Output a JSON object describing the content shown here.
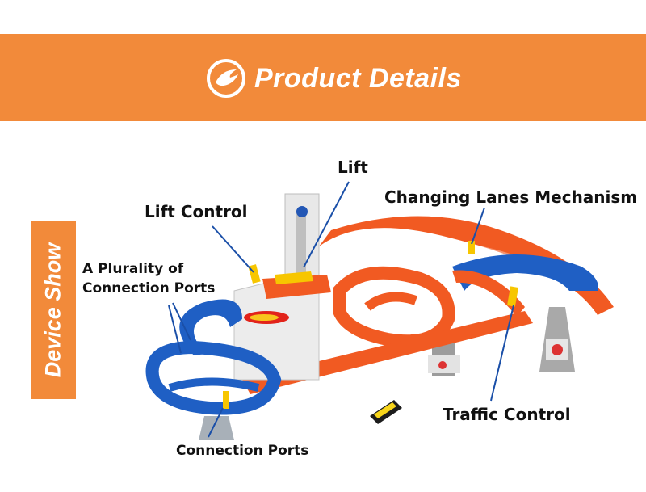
{
  "header": {
    "title": "Product Details",
    "logo_icon": "flame-logo-icon",
    "color": "#f28a3a"
  },
  "side_tab": {
    "label": "Device Show"
  },
  "callouts": {
    "lift": "Lift",
    "lift_control": "Lift Control",
    "changing_lanes": "Changing Lanes Mechanism",
    "plurality_line1": "A Plurality of",
    "plurality_line2": "Connection Ports",
    "traffic_control": "Traffic Control",
    "connection_ports": "Connection Ports"
  },
  "colors": {
    "track_orange": "#f15a22",
    "track_blue": "#1f5fc4",
    "tower_gray": "#d9d9d9",
    "control_yellow": "#f7c600"
  }
}
